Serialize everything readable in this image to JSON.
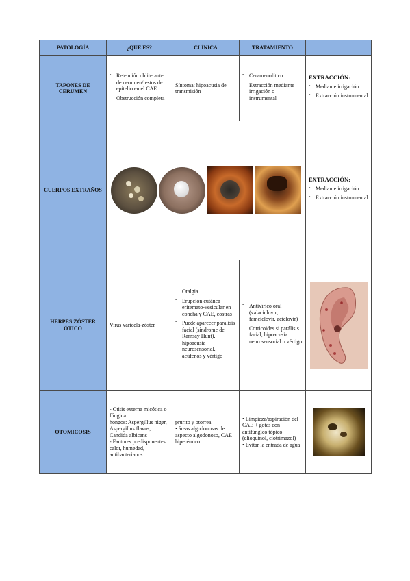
{
  "headers": [
    "PATOLOGÍA",
    "¿QUE ES?",
    "CLÍNICA",
    "TRATAMIENTO",
    ""
  ],
  "rows": {
    "tapones": {
      "name": "TAPONES DE CERUMEN",
      "que_es": [
        "Retención obliterante de cerumen/restos de epitelio en el CAE.",
        "Obstrucción completa"
      ],
      "clinica": "Síntoma: hipoacusia de transmisión",
      "tratamiento": [
        "Ceramenolítico",
        "Extracción mediante irrigación o instrumental"
      ],
      "extra_title": "EXTRACCIÓN:",
      "extra_items": [
        "Mediante irrigación",
        "Extracción instrumental"
      ]
    },
    "cuerpos": {
      "name": "CUERPOS EXTRAÑOS",
      "extra_title": "EXTRACCIÓN:",
      "extra_items": [
        "Mediante irrigación",
        "Extracción instrumental"
      ]
    },
    "herpes": {
      "name": "HERPES ZÓSTER ÓTICO",
      "que_es": "Virus varicela-zóster",
      "clinica": [
        "Otalgia",
        "Erupción cutánea eritemato-vesicular en concha y CAE, costras",
        "Puede aparecer parálisis facial (síndrome de Ramsay Hunt), hipoacusia neurosensorial, acúfenos y vértigo"
      ],
      "tratamiento": [
        "Antivírico oral (valaciclovir, famciclovir, aciclovir)",
        "Corticoides si parálisis facial, hipoacusia neurosensorial o vértigo"
      ]
    },
    "otomicosis": {
      "name": "OTOMICOSIS",
      "que_es": [
        "- Otitis externa micótica o fúngica",
        "hongos: Aspergillus niger, Aspergillus flavus, Candida albicans",
        "- Factores predisponentes: calor, humedad, antibacterianos"
      ],
      "clinica": [
        "prurito y otorrea",
        "• áreas algodonosas de aspecto algodonoso, CAE hiperémico"
      ],
      "tratamiento": [
        "• Limpieza/aspiración del CAE + gotas con antifúngico tópico (clioquinol, clotrimazol)",
        "• Evitar la entrada de agua"
      ]
    }
  }
}
